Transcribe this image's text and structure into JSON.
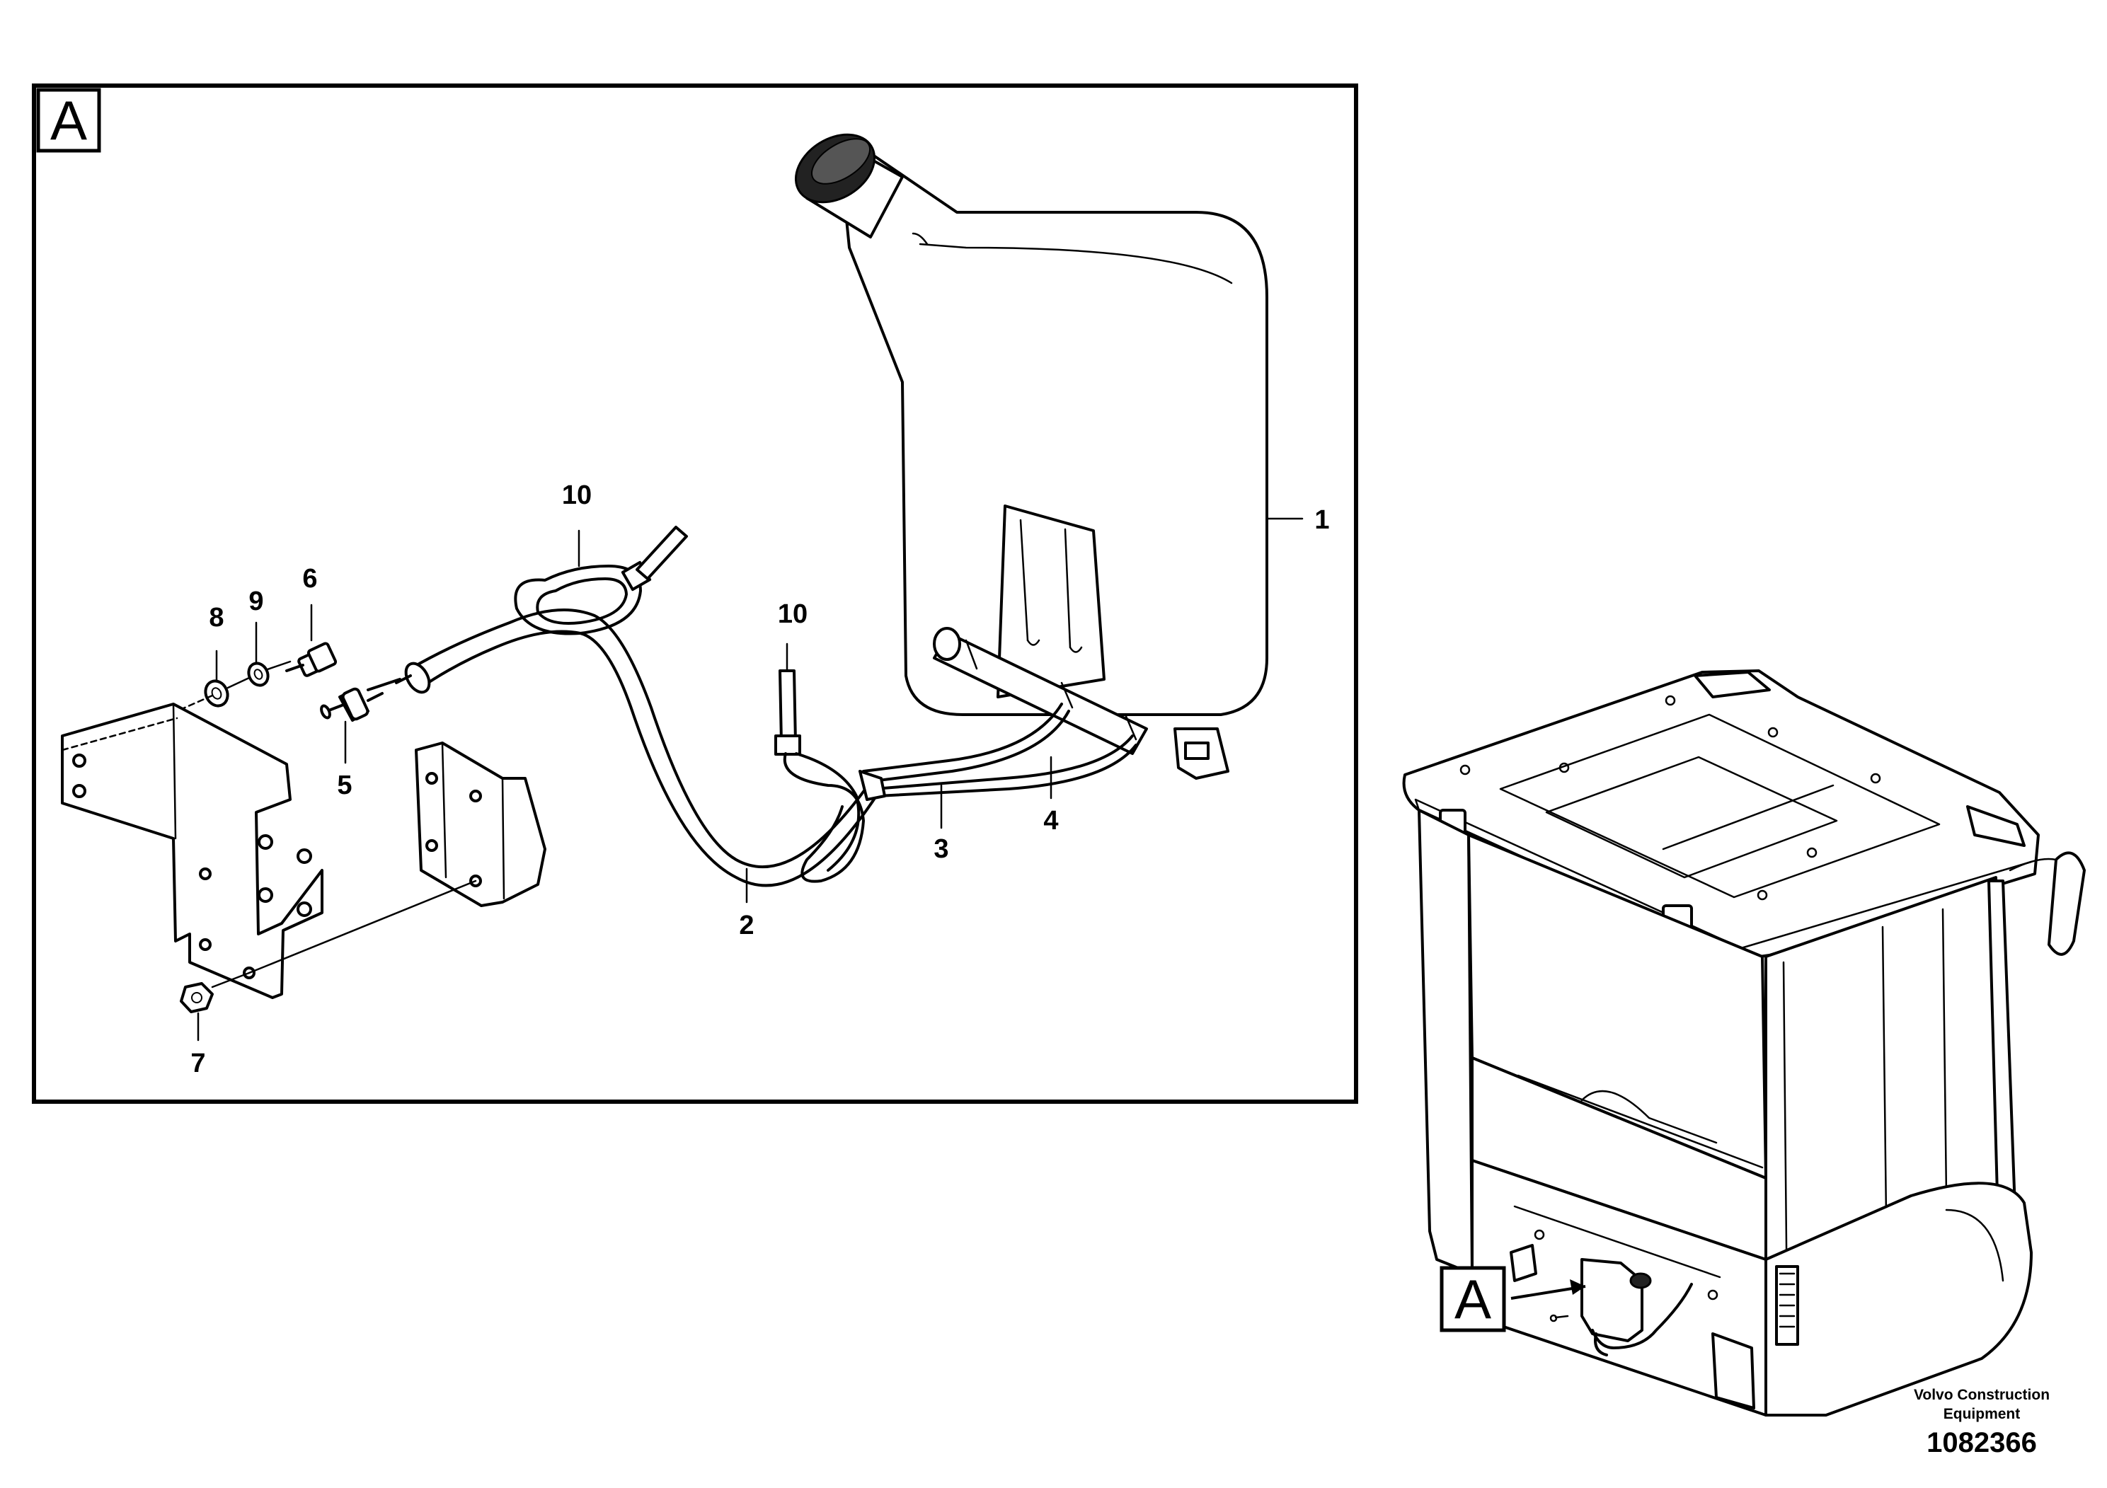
{
  "detail": {
    "view_label": "A",
    "callouts": [
      {
        "id": "tank",
        "number": "1"
      },
      {
        "id": "hose-main",
        "number": "2"
      },
      {
        "id": "hose-3",
        "number": "3"
      },
      {
        "id": "hose-4",
        "number": "4"
      },
      {
        "id": "nozzle",
        "number": "5"
      },
      {
        "id": "fitting",
        "number": "6"
      },
      {
        "id": "nut",
        "number": "7"
      },
      {
        "id": "washer-8",
        "number": "8"
      },
      {
        "id": "washer-9",
        "number": "9"
      },
      {
        "id": "tie-top",
        "number": "10"
      },
      {
        "id": "tie-mid",
        "number": "10"
      }
    ]
  },
  "overview": {
    "view_label": "A"
  },
  "footer": {
    "brand_line1": "Volvo Construction",
    "brand_line2": "Equipment",
    "doc_number": "1082366"
  }
}
